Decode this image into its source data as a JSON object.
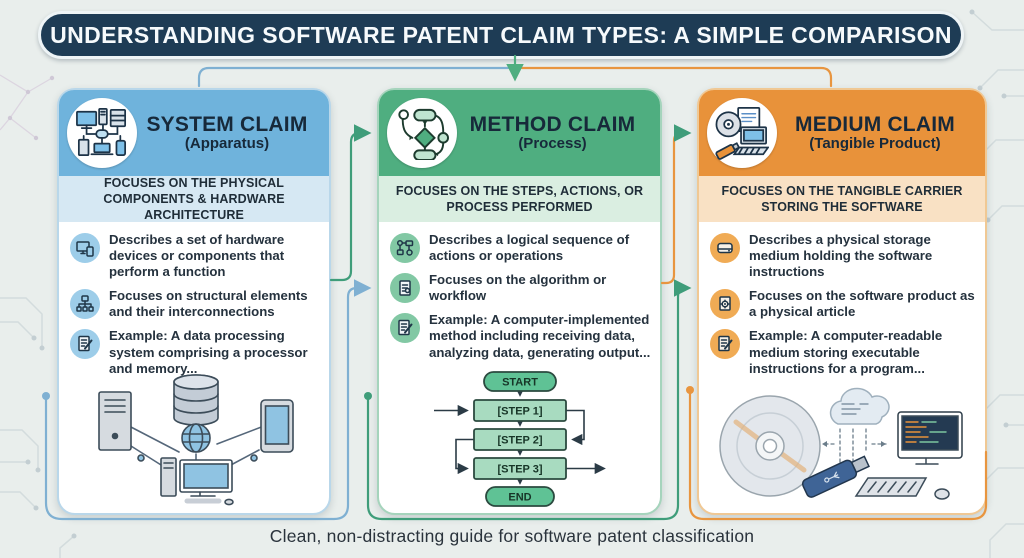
{
  "banner": {
    "title": "UNDERSTANDING SOFTWARE PATENT CLAIM TYPES: A SIMPLE COMPARISON"
  },
  "footer": {
    "text": "Clean, non-distracting guide for software patent classification"
  },
  "colors": {
    "banner_bg": "#1e3c55",
    "system_accent": "#6fb3dc",
    "system_band": "#d6e8f3",
    "method_accent": "#4fae80",
    "method_band": "#daeee1",
    "medium_accent": "#e8923a",
    "medium_band": "#f9e1c4",
    "text_dark": "#25323e",
    "connector_blue": "#7fb0d2",
    "connector_green": "#4fae80",
    "connector_teal": "#3f9d7a",
    "connector_orange": "#e8953f"
  },
  "columns": [
    {
      "id": "system",
      "title": "SYSTEM CLAIM",
      "subtitle": "(Apparatus)",
      "header_icon": "hardware-network-icon",
      "focus": "FOCUSES ON THE PHYSICAL COMPONENTS & HARDWARE ARCHITECTURE",
      "bullets": [
        {
          "icon": "devices-icon",
          "text": "Describes a set of hardware devices or components that perform a function"
        },
        {
          "icon": "structure-icon",
          "text": "Focuses on structural elements and their interconnections"
        },
        {
          "icon": "document-pencil-icon",
          "text": "Example: A data processing system comprising a processor and memory..."
        }
      ],
      "illustration": "hardware-system-illustration"
    },
    {
      "id": "method",
      "title": "METHOD CLAIM",
      "subtitle": "(Process)",
      "header_icon": "flowchart-icon",
      "focus": "FOCUSES ON THE STEPS, ACTIONS, OR PROCESS PERFORMED",
      "bullets": [
        {
          "icon": "flow-nodes-icon",
          "text": "Describes a logical sequence of actions or operations"
        },
        {
          "icon": "algorithm-doc-icon",
          "text": "Focuses on the algorithm or workflow"
        },
        {
          "icon": "document-pencil-icon",
          "text": "Example: A computer-implemented method including receiving data, analyzing data, generating output..."
        }
      ],
      "illustration": "process-flowchart-illustration"
    },
    {
      "id": "medium",
      "title": "MEDIUM CLAIM",
      "subtitle": "(Tangible Product)",
      "header_icon": "storage-media-icon",
      "focus": "FOCUSES ON THE TANGIBLE CARRIER STORING THE SOFTWARE",
      "bullets": [
        {
          "icon": "storage-drive-icon",
          "text": "Describes a physical storage medium holding the software instructions"
        },
        {
          "icon": "document-gear-icon",
          "text": "Focuses on the software product as a physical article"
        },
        {
          "icon": "document-pencil-icon",
          "text": "Example: A computer-readable medium storing executable instructions for a program..."
        }
      ],
      "illustration": "storage-media-illustration"
    }
  ],
  "flowchart": {
    "start_label": "START",
    "step1_label": "[STEP 1]",
    "step2_label": "[STEP 2]",
    "step3_label": "[STEP 3]",
    "end_label": "END"
  }
}
